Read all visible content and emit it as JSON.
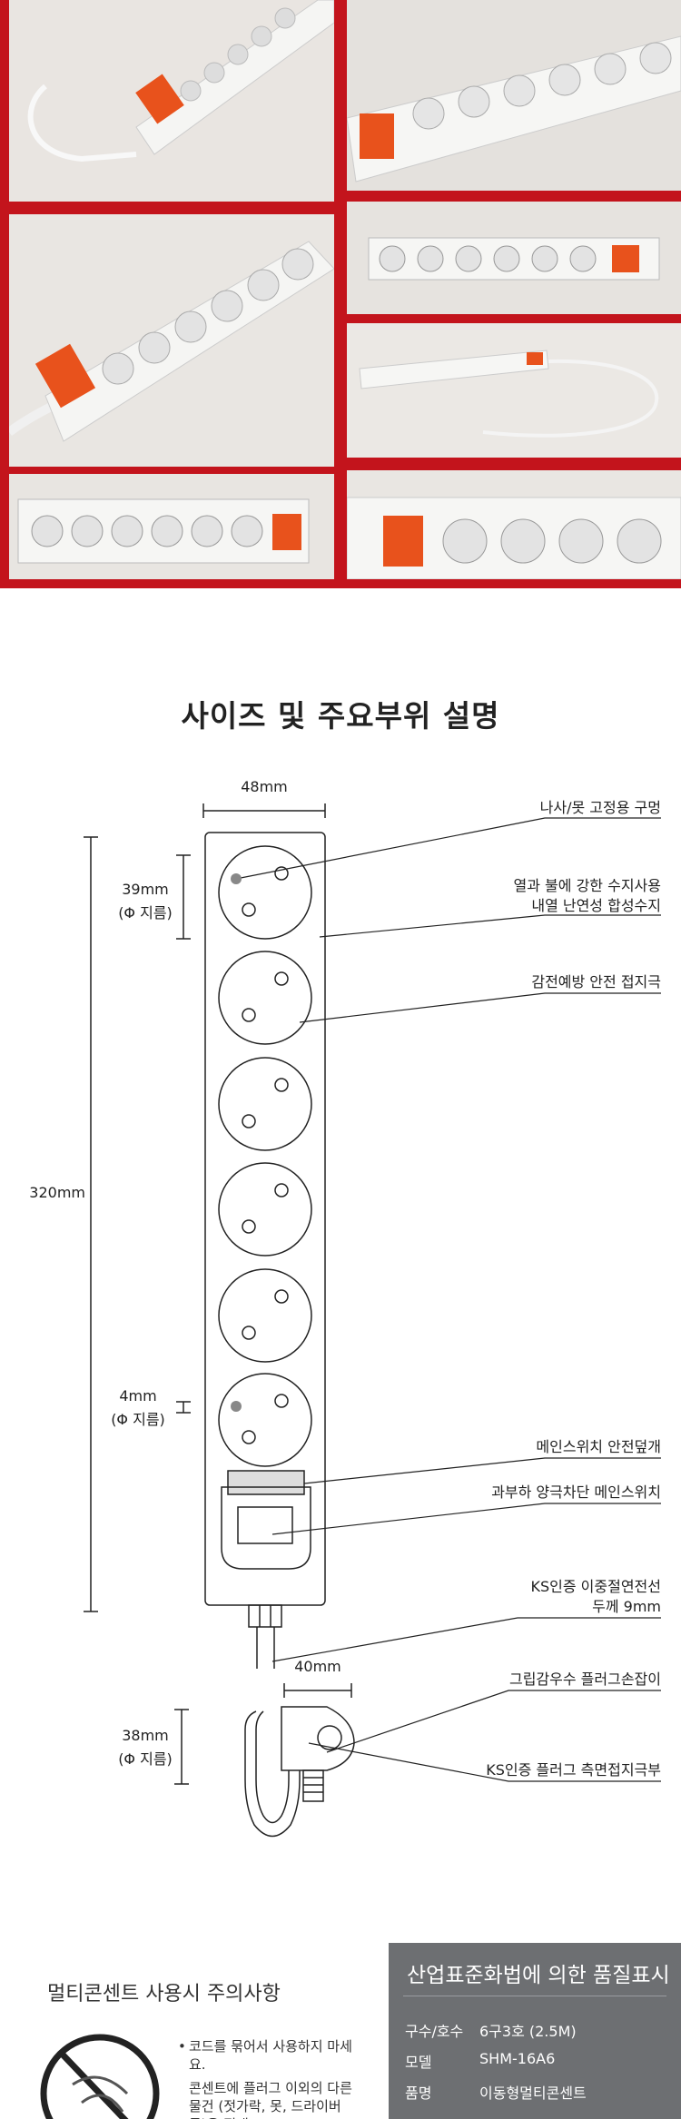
{
  "size_section": {
    "title": "사이즈 및 주요부위 설명",
    "dimensions": {
      "width": "48mm",
      "length": "320mm",
      "outlet_diameter": "39mm",
      "outlet_diameter_note": "(Φ 지름)",
      "screw_hole_diameter": "4mm",
      "screw_hole_note": "(Φ 지름)",
      "plug_width": "40mm",
      "plug_diameter": "38mm",
      "plug_diameter_note": "(Φ 지름)"
    },
    "callouts": [
      {
        "line1": "나사/못 고정용 구멍"
      },
      {
        "line1": "열과 불에 강한 수지사용",
        "line2": "내열 난연성 합성수지"
      },
      {
        "line1": "감전예방 안전 접지극"
      },
      {
        "line1": "메인스위치 안전덮개"
      },
      {
        "line1": "과부하 양극차단 메인스위치"
      },
      {
        "line1": "KS인증 이중절연전선",
        "line2": "두께 9mm"
      },
      {
        "line1": "그립감우수 플러그손잡이"
      },
      {
        "line1": "KS인증 플러그 측면접지극부"
      }
    ]
  },
  "caution_section": {
    "title": "멀티콘센트 사용시 주의사항",
    "items": [
      "코드를 묶어서 사용하지 마세요.",
      "콘센트에 플러그 이외의 다른물건 (젓가락, 못, 드라이버 등)을 절대"
    ]
  },
  "quality_section": {
    "title": "산업표준화법에 의한 품질표시",
    "rows": [
      {
        "key": "구수/호수",
        "value": "6구3호 (2.5M)"
      },
      {
        "key": "모델",
        "value": "SHM-16A6"
      },
      {
        "key": "품명",
        "value": "이동형멀티콘센트"
      }
    ]
  },
  "colors": {
    "background_red": "#c3141c",
    "strip_white": "#f4f4f2",
    "switch_orange": "#e8521c",
    "quality_panel": "#6d6f72"
  }
}
